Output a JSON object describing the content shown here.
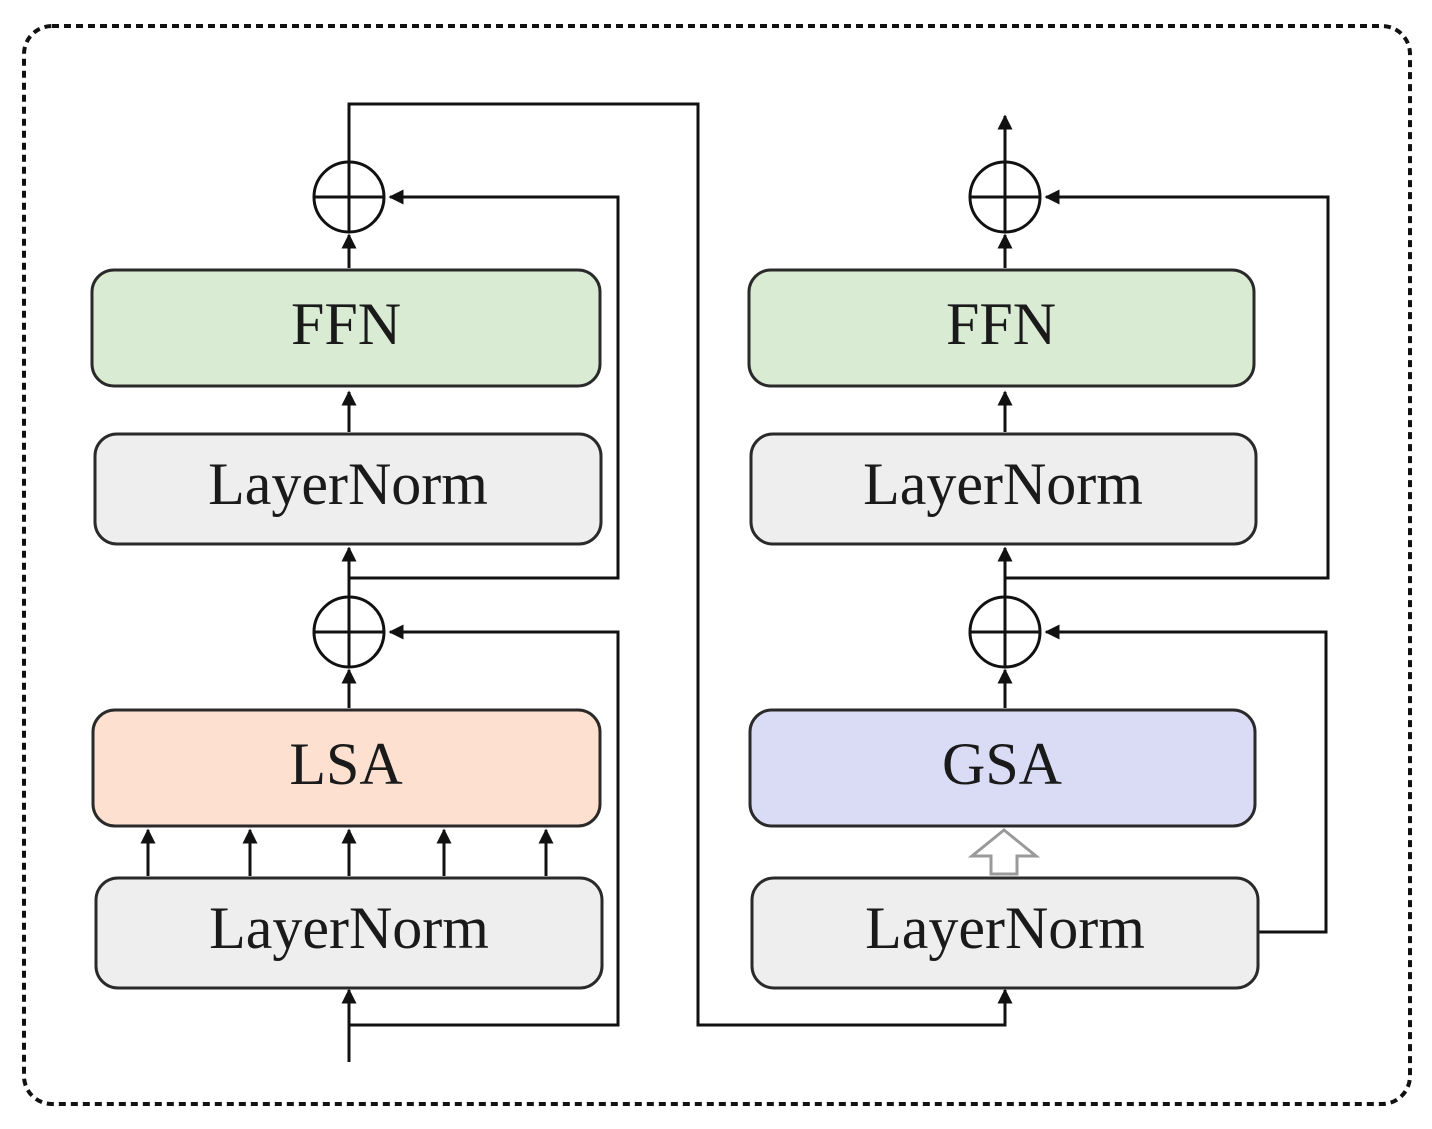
{
  "colors": {
    "ffn_fill": "#d9ecd3",
    "layernorm_fill": "#eeeeee",
    "lsa_fill": "#fde0cf",
    "gsa_fill": "#dadcf6",
    "line": "#111111",
    "border": "#2a2a2a",
    "hollow_arrow": "#9a9a9a"
  },
  "left_block": {
    "ffn_label": "FFN",
    "layernorm_top_label": "LayerNorm",
    "attention_label": "LSA",
    "layernorm_bottom_label": "LayerNorm"
  },
  "right_block": {
    "ffn_label": "FFN",
    "layernorm_top_label": "LayerNorm",
    "attention_label": "GSA",
    "layernorm_bottom_label": "LayerNorm"
  },
  "icons": {
    "add": "circled-plus-icon",
    "arrow": "arrow-up-icon",
    "hollow_arrow": "hollow-arrow-up-icon"
  }
}
